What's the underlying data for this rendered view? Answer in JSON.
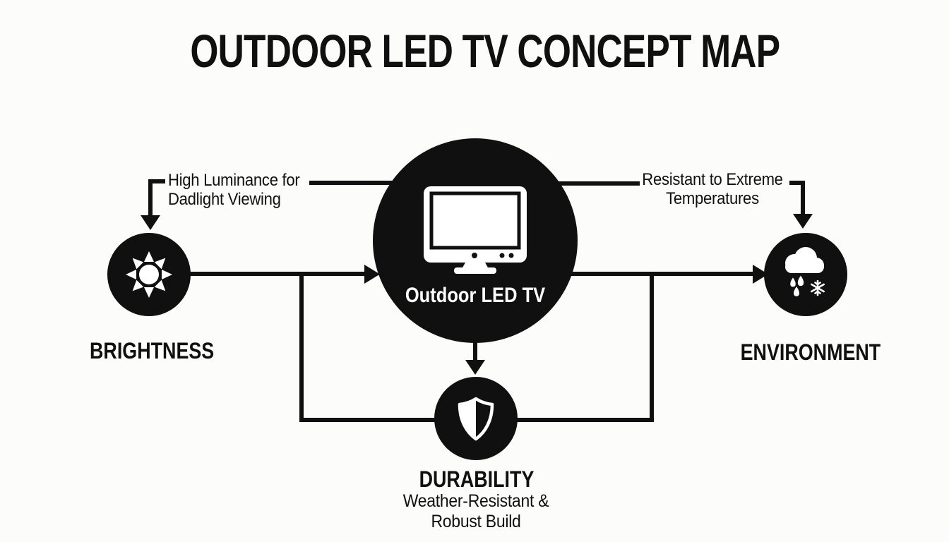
{
  "title": "OUTDOOR LED TV CONCEPT MAP",
  "colors": {
    "ink": "#101010",
    "background": "#fcfcfb",
    "node_fill": "#101010",
    "icon_fill": "#ffffff"
  },
  "nodes": {
    "center": {
      "label": "Outdoor LED TV",
      "icon": "monitor-icon"
    },
    "brightness": {
      "label": "BRIGHTNESS",
      "icon": "sun-icon"
    },
    "environment": {
      "label": "ENVIRONMENT",
      "icon": "cloud-rain-snow-icon"
    },
    "durability": {
      "label": "DURABILITY",
      "sublabel_line1": "Weather-Resistant &",
      "sublabel_line2": "Robust Build",
      "icon": "shield-icon"
    }
  },
  "annotations": {
    "brightness_note": {
      "line1": "High Luminance for",
      "line2": "Dadlight Viewing"
    },
    "environment_note": {
      "line1": "Resistant to Extreme",
      "line2": "Temperatures"
    }
  }
}
